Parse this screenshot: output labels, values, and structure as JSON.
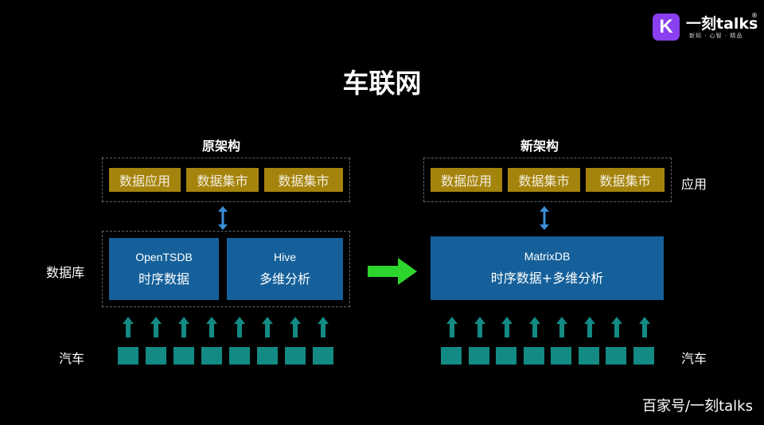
{
  "brand": {
    "logo_letter": "K",
    "name": "一刻talks",
    "reg": "®",
    "tagline": "新知 · 心智 · 精品",
    "accent": "#8a3ff0"
  },
  "title": "车联网",
  "left": {
    "heading": "原架构",
    "apps": [
      "数据应用",
      "数据集市",
      "数据集市"
    ],
    "dbs": [
      {
        "name": "OpenTSDB",
        "desc": "时序数据"
      },
      {
        "name": "Hive",
        "desc": "多维分析"
      }
    ]
  },
  "right": {
    "heading": "新架构",
    "apps": [
      "数据应用",
      "数据集市",
      "数据集市"
    ],
    "db": {
      "name": "MatrixDB",
      "desc": "时序数据+多维分析"
    }
  },
  "labels": {
    "app": "应用",
    "db": "数据库",
    "car_left": "汽车",
    "car_right": "汽车"
  },
  "colors": {
    "app_box": "#a5840d",
    "db_box": "#15609a",
    "car": "#138a84",
    "arrow": "#2dd62d",
    "connector": "#3a8fd8"
  },
  "footer": "百家号/一刻talks"
}
